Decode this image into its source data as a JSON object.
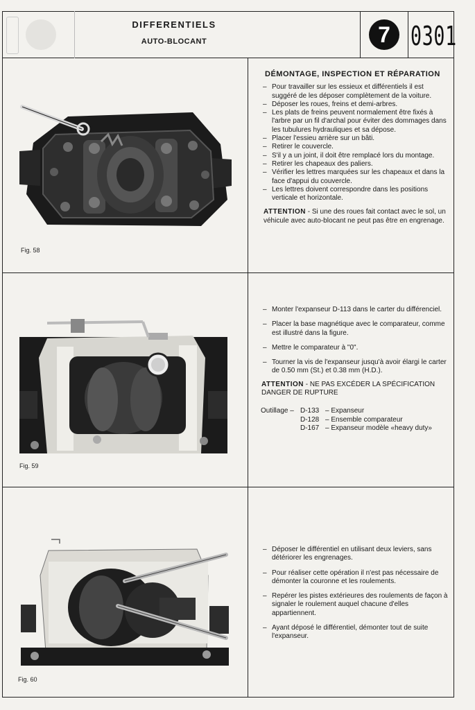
{
  "header": {
    "title": "DIFFERENTIELS",
    "subtitle": "AUTO-BLOCANT",
    "section_number": "7",
    "page_number": "0301"
  },
  "sections": [
    {
      "figure_label": "Fig. 58",
      "heading": "DÉMONTAGE, INSPECTION ET RÉPARATION",
      "items": [
        "Pour travailler sur les essieux et différentiels il est suggéré de les déposer complètement de la voiture.",
        "Déposer les roues, freins et demi-arbres.",
        "Les plats de freins peuvent normalement être fixés à l'arbre par un fil d'archal pour éviter des dommages dans les tubulures hydrauliques et sa dépose.",
        "Placer l'essieu arrière sur un bâti.",
        "Retirer le couvercle.",
        "S'il y a un joint, il doit être remplacé lors du montage.",
        "Retirer les chapeaux des paliers.",
        "Vérifier les lettres marquées sur les chapeaux et dans la face d'appui du couvercle.",
        "Les lettres doivent correspondre dans les positions verticale et horizontale."
      ],
      "attention_label": "ATTENTION",
      "attention_text": " - Si une des roues fait contact avec le sol, un véhicule avec auto-blocant ne peut pas être en engrenage."
    },
    {
      "figure_label": "Fig. 59",
      "items": [
        "Monter l'expanseur D-113 dans le carter du différenciel.",
        "Placer la base magnétique avec le comparateur, comme est illustré dans la figure.",
        "Mettre le comparateur à \"0\".",
        "Tourner la vis de l'expanseur jusqu'à avoir élargi le carter de 0.50 mm (St.) et 0.38 mm (H.D.)."
      ],
      "attention_label": "ATTENTION",
      "attention_text": " - NE PAS EXCÉDER LA SPÉCIFICATION  DANGER DE RUPTURE",
      "tooling_label": "Outillage",
      "tools": [
        {
          "code": "D-133",
          "name": "Expanseur"
        },
        {
          "code": "D-128",
          "name": "Ensemble comparateur"
        },
        {
          "code": "D-167",
          "name": "Expanseur modèle «heavy duty»"
        }
      ]
    },
    {
      "figure_label": "Fig. 60",
      "items": [
        "Déposer le différentiel en utilisant deux leviers, sans détériorer les engrenages.",
        "Pour réaliser cette opération il n'est pas nécessaire de démonter la couronne et les roulements.",
        "Repérer les pistes extérieures des roulements de façon à signaler le roulement auquel chacune d'elles appartiennent.",
        "Ayant déposé le différentiel, démonter tout de suite l'expanseur."
      ]
    }
  ],
  "colors": {
    "ink": "#1a1a1a",
    "paper": "#f3f2ee",
    "photo_dark": "#1b1b1b"
  }
}
